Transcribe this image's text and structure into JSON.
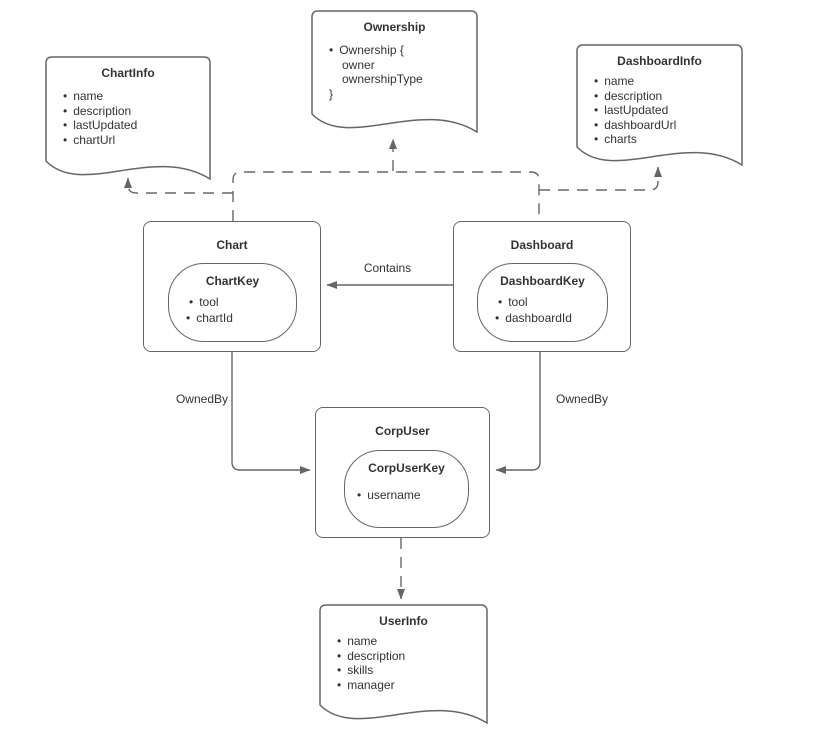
{
  "diagram": {
    "nodes": {
      "chart_info": {
        "title": "ChartInfo",
        "items": [
          "name",
          "description",
          "lastUpdated",
          "chartUrl"
        ]
      },
      "ownership": {
        "title": "Ownership",
        "lines": [
          "Ownership {",
          "owner",
          "ownershipType",
          "}"
        ]
      },
      "dashboard_info": {
        "title": "DashboardInfo",
        "items": [
          "name",
          "description",
          "lastUpdated",
          "dashboardUrl",
          "charts"
        ]
      },
      "chart": {
        "title": "Chart",
        "key_title": "ChartKey",
        "key_items": [
          "tool",
          "chartId"
        ]
      },
      "dashboard": {
        "title": "Dashboard",
        "key_title": "DashboardKey",
        "key_items": [
          "tool",
          "dashboardId"
        ]
      },
      "corp_user": {
        "title": "CorpUser",
        "key_title": "CorpUserKey",
        "key_items": [
          "username"
        ]
      },
      "user_info": {
        "title": "UserInfo",
        "items": [
          "name",
          "description",
          "skills",
          "manager"
        ]
      }
    },
    "edge_labels": {
      "contains": "Contains",
      "chart_owned_by": "OwnedBy",
      "dashboard_owned_by": "OwnedBy"
    },
    "colors": {
      "stroke": "#666666",
      "text": "#333333",
      "background": "#ffffff"
    }
  }
}
